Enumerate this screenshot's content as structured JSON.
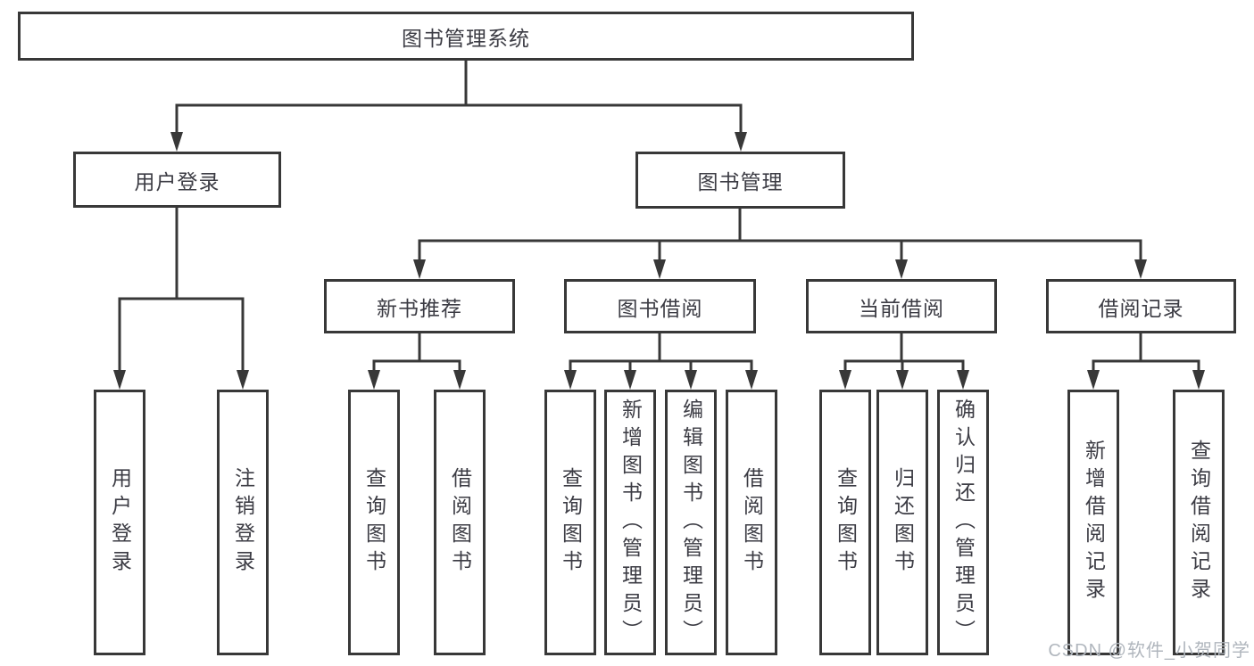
{
  "colors": {
    "line": "#383838",
    "box_border": "#383838",
    "text": "#3c3c44",
    "background": "#ffffff",
    "watermark_text_color": "#b0b6bd"
  },
  "watermark": {
    "text": "CSDN @软件_小贺同学"
  },
  "tree": {
    "label": "图书管理系统",
    "children": [
      {
        "label": "用户登录",
        "children": [
          {
            "label": "用户登录"
          },
          {
            "label": "注销登录"
          }
        ]
      },
      {
        "label": "图书管理",
        "children": [
          {
            "label": "新书推荐",
            "children": [
              {
                "label": "查询图书"
              },
              {
                "label": "借阅图书"
              }
            ]
          },
          {
            "label": "图书借阅",
            "children": [
              {
                "label": "查询图书"
              },
              {
                "label": "新增图书（管理员）"
              },
              {
                "label": "编辑图书（管理员）"
              },
              {
                "label": "借阅图书"
              }
            ]
          },
          {
            "label": "当前借阅",
            "children": [
              {
                "label": "查询图书"
              },
              {
                "label": "归还图书"
              },
              {
                "label": "确认归还（管理员）"
              }
            ]
          },
          {
            "label": "借阅记录",
            "children": [
              {
                "label": "新增借阅记录"
              },
              {
                "label": "查询借阅记录"
              }
            ]
          }
        ]
      }
    ]
  }
}
